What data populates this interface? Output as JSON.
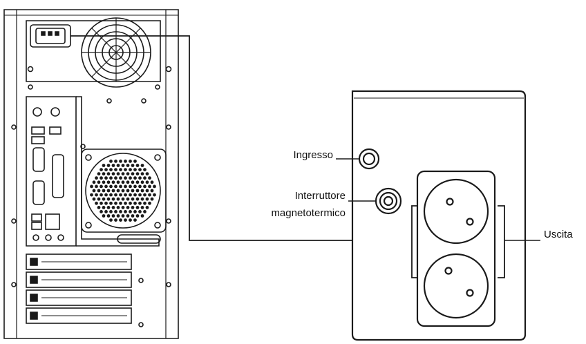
{
  "labels": {
    "input": "Ingresso",
    "breaker_line1": "Interruttore",
    "breaker_line2": "magnetotermico",
    "output": "Uscita"
  },
  "colors": {
    "line": "#1a1a1a",
    "background": "#ffffff",
    "fill_light": "#f4f4f4"
  }
}
